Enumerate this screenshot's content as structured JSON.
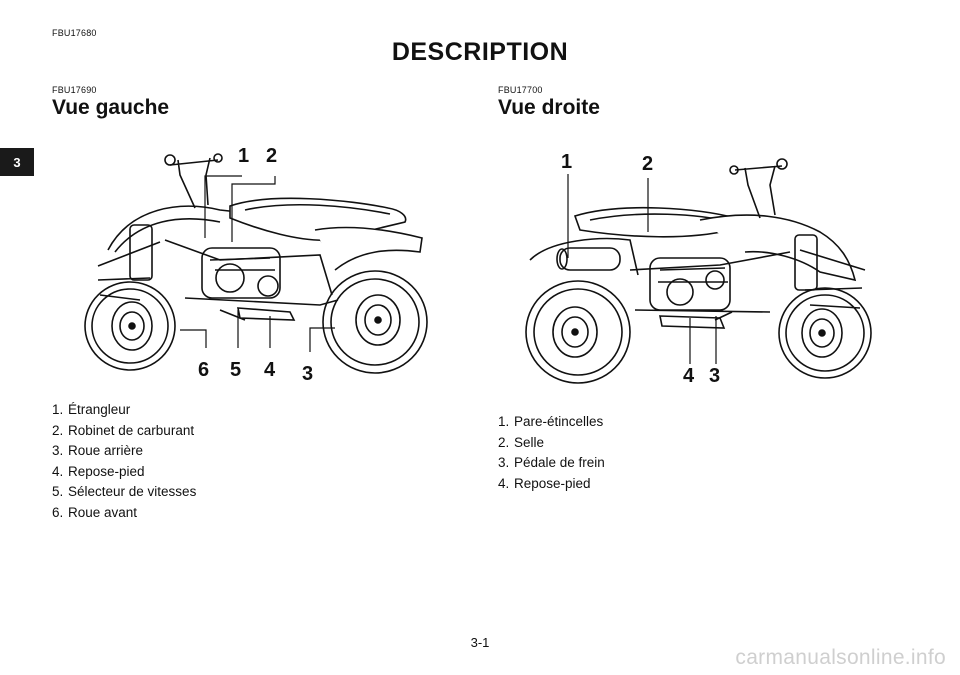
{
  "header": {
    "code": "FBU17680",
    "title": "DESCRIPTION"
  },
  "chapter_tab": "3",
  "left_section": {
    "code": "FBU17690",
    "title": "Vue gauche",
    "callouts": [
      "1",
      "2",
      "6",
      "5",
      "4",
      "3"
    ],
    "items": [
      {
        "num": "1.",
        "label": "Étrangleur"
      },
      {
        "num": "2.",
        "label": "Robinet de carburant"
      },
      {
        "num": "3.",
        "label": "Roue arrière"
      },
      {
        "num": "4.",
        "label": "Repose-pied"
      },
      {
        "num": "5.",
        "label": "Sélecteur de vitesses"
      },
      {
        "num": "6.",
        "label": "Roue avant"
      }
    ]
  },
  "right_section": {
    "code": "FBU17700",
    "title": "Vue droite",
    "callouts": [
      "1",
      "2",
      "4",
      "3"
    ],
    "items": [
      {
        "num": "1.",
        "label": "Pare-étincelles"
      },
      {
        "num": "2.",
        "label": "Selle"
      },
      {
        "num": "3.",
        "label": "Pédale de frein"
      },
      {
        "num": "4.",
        "label": "Repose-pied"
      }
    ]
  },
  "footer": {
    "page_number": "3-1",
    "watermark": "carmanualsonline.info"
  }
}
